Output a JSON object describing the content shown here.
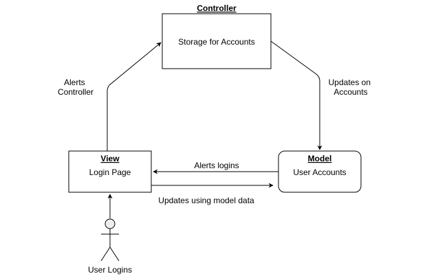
{
  "controller": {
    "title": "Controller",
    "content": "Storage for Accounts"
  },
  "view": {
    "title": "View",
    "content": "Login Page"
  },
  "model": {
    "title": "Model",
    "content": "User Accounts"
  },
  "actor": {
    "label": "User Logins"
  },
  "edges": {
    "alerts_controller": [
      "Alerts",
      "Controller"
    ],
    "updates_on_accounts": [
      "Updates on",
      "Accounts"
    ],
    "alerts_logins": "Alerts logins",
    "updates_using_model_data": "Updates using model data"
  },
  "colors": {
    "stroke": "#000000",
    "fill": "#ffffff",
    "actor_head_fill": "#eeeeee"
  }
}
